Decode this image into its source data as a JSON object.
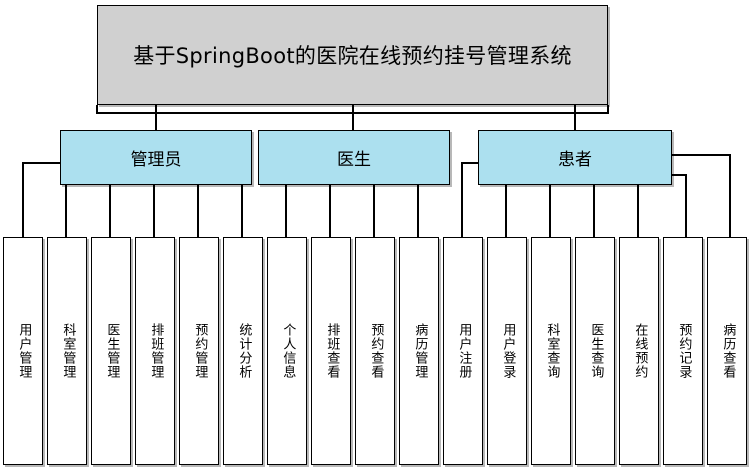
{
  "diagram": {
    "type": "system-function-tree",
    "title_box": {
      "label": "基于SpringBoot的医院在线预约挂号管理系统",
      "fill": "#d0d0d0",
      "border": "#000000"
    },
    "roles": [
      {
        "id": "admin",
        "label": "管理员",
        "fill": "#ace0ef"
      },
      {
        "id": "doctor",
        "label": "医生",
        "fill": "#ace0ef"
      },
      {
        "id": "patient",
        "label": "患者",
        "fill": "#ace0ef"
      }
    ],
    "leaves": [
      {
        "id": "leaf-1",
        "parent": "admin",
        "label": "用户管理"
      },
      {
        "id": "leaf-2",
        "parent": "admin",
        "label": "科室管理"
      },
      {
        "id": "leaf-3",
        "parent": "admin",
        "label": "医生管理"
      },
      {
        "id": "leaf-4",
        "parent": "admin",
        "label": "排班管理"
      },
      {
        "id": "leaf-5",
        "parent": "admin",
        "label": "预约管理"
      },
      {
        "id": "leaf-6",
        "parent": "admin",
        "label": "统计分析"
      },
      {
        "id": "leaf-7",
        "parent": "doctor",
        "label": "个人信息"
      },
      {
        "id": "leaf-8",
        "parent": "doctor",
        "label": "排班查看"
      },
      {
        "id": "leaf-9",
        "parent": "doctor",
        "label": "预约查看"
      },
      {
        "id": "leaf-10",
        "parent": "doctor",
        "label": "病历管理"
      },
      {
        "id": "leaf-11",
        "parent": "patient",
        "label": "用户注册"
      },
      {
        "id": "leaf-12",
        "parent": "patient",
        "label": "用户登录"
      },
      {
        "id": "leaf-13",
        "parent": "patient",
        "label": "科室查询"
      },
      {
        "id": "leaf-14",
        "parent": "patient",
        "label": "医生查询"
      },
      {
        "id": "leaf-15",
        "parent": "patient",
        "label": "在线预约"
      },
      {
        "id": "leaf-16",
        "parent": "patient",
        "label": "预约记录"
      },
      {
        "id": "leaf-17",
        "parent": "patient",
        "label": "病历查看"
      }
    ],
    "connector_color": "#000000"
  }
}
